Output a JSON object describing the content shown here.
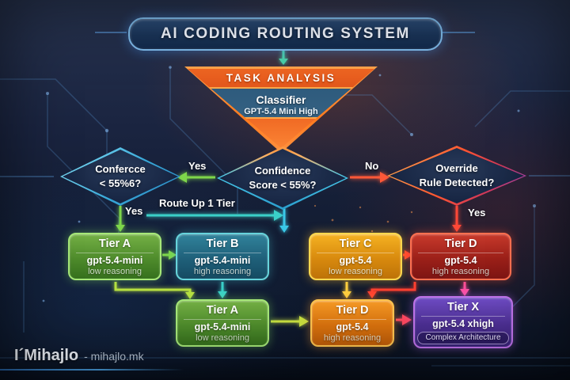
{
  "title": "AI CODING ROUTING SYSTEM",
  "task_analysis": {
    "header": "TASK ANALYSIS",
    "classifier": "Classifier",
    "model": "GPT-5.4 Mini High"
  },
  "decisions": {
    "left": {
      "line1": "Confercce",
      "line2": "< 55%6?"
    },
    "center": {
      "line1": "Confidence",
      "line2": "Score < 55%?"
    },
    "right": {
      "line1": "Override",
      "line2": "Rule Detected?"
    }
  },
  "edge_labels": {
    "yes_left": "Yes",
    "no_right": "No",
    "route_up": "Route Up 1 Tier",
    "yes_down_left": "Yes",
    "yes_down_right": "Yes"
  },
  "tiers_row1": [
    {
      "name": "Tier A",
      "model": "gpt-5.4-mini",
      "reasoning": "low reasoning",
      "color": "green"
    },
    {
      "name": "Tier B",
      "model": "gpt-5.4-mini",
      "reasoning": "high reasoning",
      "color": "teal"
    },
    {
      "name": "Tier C",
      "model": "gpt-5.4",
      "reasoning": "low reasoning",
      "color": "gold"
    },
    {
      "name": "Tier D",
      "model": "gpt-5.4",
      "reasoning": "high reasoning",
      "color": "red"
    }
  ],
  "tiers_row2": [
    {
      "name": "Tier A",
      "model": "gpt-5.4-mini",
      "reasoning": "low reasoning",
      "color": "green"
    },
    {
      "name": "Tier D",
      "model": "gpt-5.4",
      "reasoning": "high reasoning",
      "color": "orange"
    },
    {
      "name": "Tier X",
      "model": "gpt-5.4 xhigh",
      "reasoning": "Complex Architecture",
      "color": "purple"
    }
  ],
  "watermark": {
    "name": "I´Mihajlo",
    "site": "- mihajlo.mk"
  },
  "palette": {
    "background": "#131d33",
    "title_border": "#7db9e8",
    "cyan": "#4ac8e8",
    "orange": "#ff7a1e",
    "green": "#7ed64a",
    "teal": "#3ad0c8",
    "gold": "#f0a81c",
    "red": "#ff4838",
    "pink": "#ff50a0",
    "purple": "#6f4cc4"
  }
}
